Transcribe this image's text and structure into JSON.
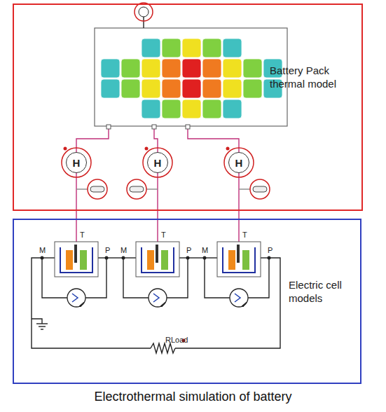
{
  "diagram": {
    "caption": "Electrothermal simulation of battery",
    "nodes": [
      {
        "text": [
          "Battery Pack thermal model"
        ]
      },
      {
        "text": [
          "H"
        ],
        "in": 0
      },
      {
        "text": [
          "H"
        ],
        "in": 0
      },
      {
        "text": [
          "H"
        ],
        "in": 0
      },
      {
        "text": [
          "Electric cell models"
        ]
      }
    ],
    "labels": [
      "T",
      "M",
      "P",
      "T",
      "M",
      "P",
      "T",
      "M",
      "P",
      "RLoad"
    ]
  }
}
